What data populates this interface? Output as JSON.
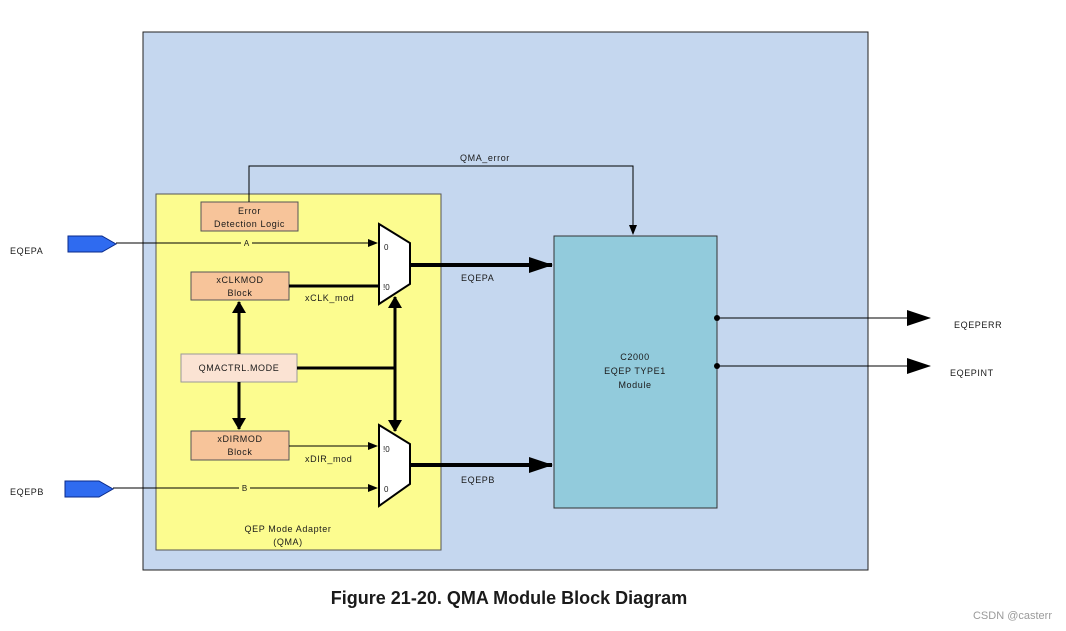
{
  "signals": {
    "eqepa_in": "EQEPA",
    "eqepb_in": "EQEPB",
    "a": "A",
    "b": "B",
    "qma_error": "QMA_error",
    "xclk_mod": "xCLK_mod",
    "xdir_mod": "xDIR_mod",
    "eqepa_out": "EQEPA",
    "eqepb_out": "EQEPB",
    "eqeperr": "EQEPERR",
    "eqepint": "EQEPINT"
  },
  "blocks": {
    "error_detection": [
      "Error",
      "Detection Logic"
    ],
    "xclkmod": [
      "xCLKMOD",
      "Block"
    ],
    "qmactrl": "QMACTRL.MODE",
    "xdirmod": [
      "xDIRMOD",
      "Block"
    ],
    "qma": [
      "QEP Mode Adapter",
      "(QMA)"
    ],
    "c2000": [
      "C2000",
      "EQEP TYPE1",
      "Module"
    ]
  },
  "mux_top": {
    "in0": "0",
    "in1": "!0"
  },
  "mux_bottom": {
    "in0": "!0",
    "in1": "0"
  },
  "caption": "Figure 21-20. QMA Module Block Diagram",
  "watermark": "CSDN @casterr",
  "colors": {
    "outer_bg": "#c5d7ef",
    "qma_bg": "#fcfc8f",
    "orange_block": "#f7c49a",
    "light_block": "#fbe3d3",
    "c2000_bg": "#92cbdc",
    "pin_blue": "#2f6bf0"
  }
}
